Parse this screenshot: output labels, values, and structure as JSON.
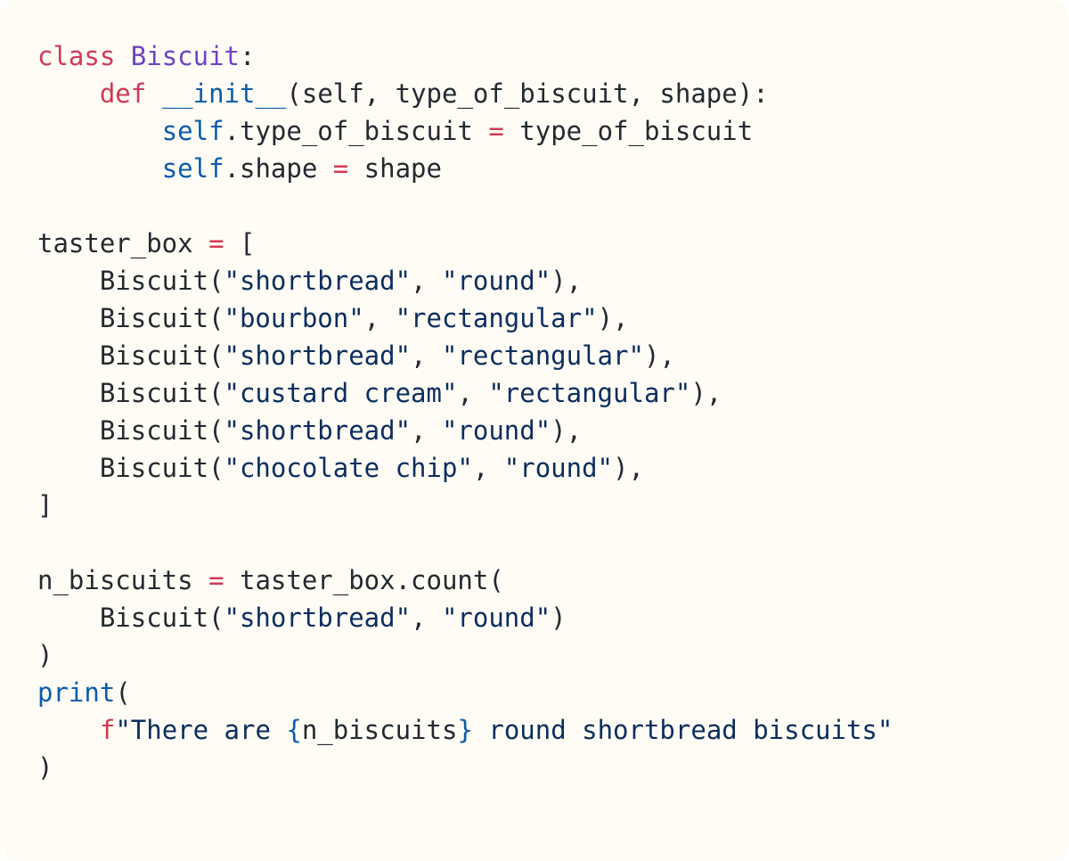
{
  "code": {
    "colors": {
      "background": "#fffcf5",
      "plain": "#24292f",
      "keyword": "#cf3a54",
      "classname": "#6f42c1",
      "function": "#0b5cad",
      "string": "#0a2d5e"
    },
    "lines": [
      [
        [
          "keyword",
          "class"
        ],
        [
          "plain",
          " "
        ],
        [
          "classname",
          "Biscuit"
        ],
        [
          "punct",
          ":"
        ]
      ],
      [
        [
          "plain",
          "    "
        ],
        [
          "keyword",
          "def"
        ],
        [
          "plain",
          " "
        ],
        [
          "function",
          "__init__"
        ],
        [
          "punct",
          "("
        ],
        [
          "plain",
          "self, type_of_biscuit, shape"
        ],
        [
          "punct",
          "):"
        ]
      ],
      [
        [
          "plain",
          "        "
        ],
        [
          "self",
          "self"
        ],
        [
          "plain",
          ".type_of_biscuit "
        ],
        [
          "operator",
          "="
        ],
        [
          "plain",
          " type_of_biscuit"
        ]
      ],
      [
        [
          "plain",
          "        "
        ],
        [
          "self",
          "self"
        ],
        [
          "plain",
          ".shape "
        ],
        [
          "operator",
          "="
        ],
        [
          "plain",
          " shape"
        ]
      ],
      [],
      [
        [
          "plain",
          "taster_box "
        ],
        [
          "operator",
          "="
        ],
        [
          "plain",
          " ["
        ]
      ],
      [
        [
          "plain",
          "    Biscuit("
        ],
        [
          "string",
          "\"shortbread\""
        ],
        [
          "plain",
          ", "
        ],
        [
          "string",
          "\"round\""
        ],
        [
          "plain",
          "),"
        ]
      ],
      [
        [
          "plain",
          "    Biscuit("
        ],
        [
          "string",
          "\"bourbon\""
        ],
        [
          "plain",
          ", "
        ],
        [
          "string",
          "\"rectangular\""
        ],
        [
          "plain",
          "),"
        ]
      ],
      [
        [
          "plain",
          "    Biscuit("
        ],
        [
          "string",
          "\"shortbread\""
        ],
        [
          "plain",
          ", "
        ],
        [
          "string",
          "\"rectangular\""
        ],
        [
          "plain",
          "),"
        ]
      ],
      [
        [
          "plain",
          "    Biscuit("
        ],
        [
          "string",
          "\"custard cream\""
        ],
        [
          "plain",
          ", "
        ],
        [
          "string",
          "\"rectangular\""
        ],
        [
          "plain",
          "),"
        ]
      ],
      [
        [
          "plain",
          "    Biscuit("
        ],
        [
          "string",
          "\"shortbread\""
        ],
        [
          "plain",
          ", "
        ],
        [
          "string",
          "\"round\""
        ],
        [
          "plain",
          "),"
        ]
      ],
      [
        [
          "plain",
          "    Biscuit("
        ],
        [
          "string",
          "\"chocolate chip\""
        ],
        [
          "plain",
          ", "
        ],
        [
          "string",
          "\"round\""
        ],
        [
          "plain",
          "),"
        ]
      ],
      [
        [
          "plain",
          "]"
        ]
      ],
      [],
      [
        [
          "plain",
          "n_biscuits "
        ],
        [
          "operator",
          "="
        ],
        [
          "plain",
          " taster_box.count("
        ]
      ],
      [
        [
          "plain",
          "    Biscuit("
        ],
        [
          "string",
          "\"shortbread\""
        ],
        [
          "plain",
          ", "
        ],
        [
          "string",
          "\"round\""
        ],
        [
          "plain",
          ")"
        ]
      ],
      [
        [
          "plain",
          ")"
        ]
      ],
      [
        [
          "builtin",
          "print"
        ],
        [
          "plain",
          "("
        ]
      ],
      [
        [
          "plain",
          "    "
        ],
        [
          "keyword",
          "f"
        ],
        [
          "string",
          "\"There are "
        ],
        [
          "interp",
          "{"
        ],
        [
          "plain",
          "n_biscuits"
        ],
        [
          "interp",
          "}"
        ],
        [
          "string",
          " round shortbread biscuits\""
        ]
      ],
      [
        [
          "plain",
          ")"
        ]
      ]
    ]
  }
}
